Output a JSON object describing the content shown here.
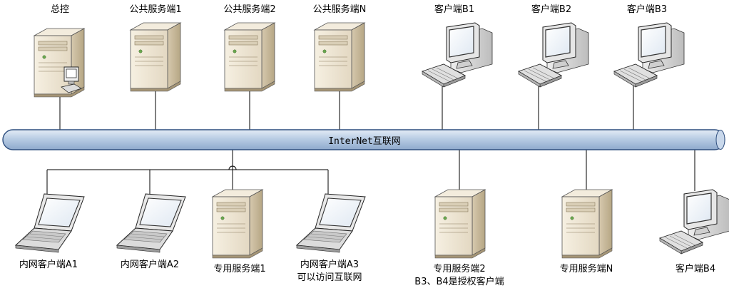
{
  "bus": {
    "label": "InterNet互联网"
  },
  "top_nodes": [
    {
      "id": "control",
      "label": "总控"
    },
    {
      "id": "pub1",
      "label": "公共服务端1"
    },
    {
      "id": "pub2",
      "label": "公共服务端2"
    },
    {
      "id": "pubN",
      "label": "公共服务端N"
    },
    {
      "id": "cb1",
      "label": "客户端B1"
    },
    {
      "id": "cb2",
      "label": "客户端B2"
    },
    {
      "id": "cb3",
      "label": "客户端B3"
    }
  ],
  "bottom_nodes": [
    {
      "id": "a1",
      "label": "内网客户端A1"
    },
    {
      "id": "a2",
      "label": "内网客户端A2"
    },
    {
      "id": "ded1",
      "label": "专用服务端1"
    },
    {
      "id": "a3",
      "label": "内网客户端A3",
      "note": "可以访问互联网"
    },
    {
      "id": "ded2",
      "label": "专用服务端2",
      "note": "B3、B4是授权客户端"
    },
    {
      "id": "dedN",
      "label": "专用服务端N"
    },
    {
      "id": "cb4",
      "label": "客户端B4"
    }
  ],
  "colors": {
    "bus_fill": "#b8cce4",
    "bus_stroke": "#2f4f7f",
    "server_body": "#efe7d6",
    "server_side": "#cfc2a8",
    "monitor_screen": "#ffffff",
    "line": "#000000"
  }
}
